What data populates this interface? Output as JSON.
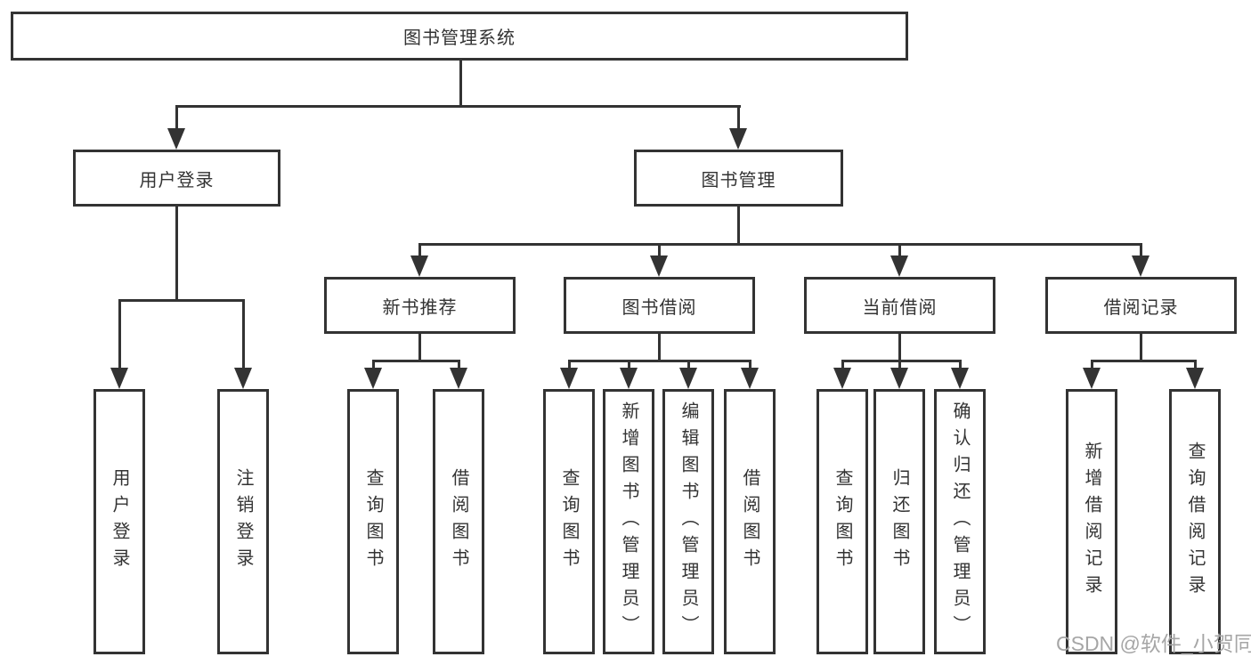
{
  "colors": {
    "background": "#ffffff",
    "line": "#333333",
    "text": "#333333",
    "watermark": "#a6a6a6"
  },
  "diagram": {
    "root": {
      "label": "图书管理系统"
    },
    "level2": [
      {
        "label": "用户登录"
      },
      {
        "label": "图书管理"
      }
    ],
    "level3": [
      {
        "label": "新书推荐"
      },
      {
        "label": "图书借阅"
      },
      {
        "label": "当前借阅"
      },
      {
        "label": "借阅记录"
      }
    ],
    "leaves": {
      "user_login": [
        "用户登录",
        "注销登录"
      ],
      "new_book_recommend": [
        "查询图书",
        "借阅图书"
      ],
      "book_borrow": [
        "查询图书",
        "新增图书（管理员）",
        "编辑图书（管理员）",
        "借阅图书"
      ],
      "current_borrow": [
        "查询图书",
        "归还图书",
        "确认归还（管理员）"
      ],
      "borrow_records": [
        "新增借阅记录",
        "查询借阅记录"
      ]
    }
  },
  "watermark": {
    "text": "CSDN @软件_小贺同学"
  }
}
